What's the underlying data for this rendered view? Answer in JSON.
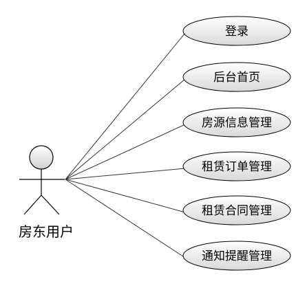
{
  "actor": {
    "label": "房东用户"
  },
  "use_cases": [
    {
      "label": "登录"
    },
    {
      "label": "后台首页"
    },
    {
      "label": "房源信息管理"
    },
    {
      "label": "租赁订单管理"
    },
    {
      "label": "租赁合同管理"
    },
    {
      "label": "通知提醒管理"
    }
  ],
  "colors": {
    "stroke": "#000000",
    "line": "#333333",
    "ellipse_fill_top": "#ffffff",
    "ellipse_fill_bottom": "#d9d9d9",
    "head_fill_top": "#ffffff",
    "head_fill_bottom": "#cfcfcf"
  }
}
